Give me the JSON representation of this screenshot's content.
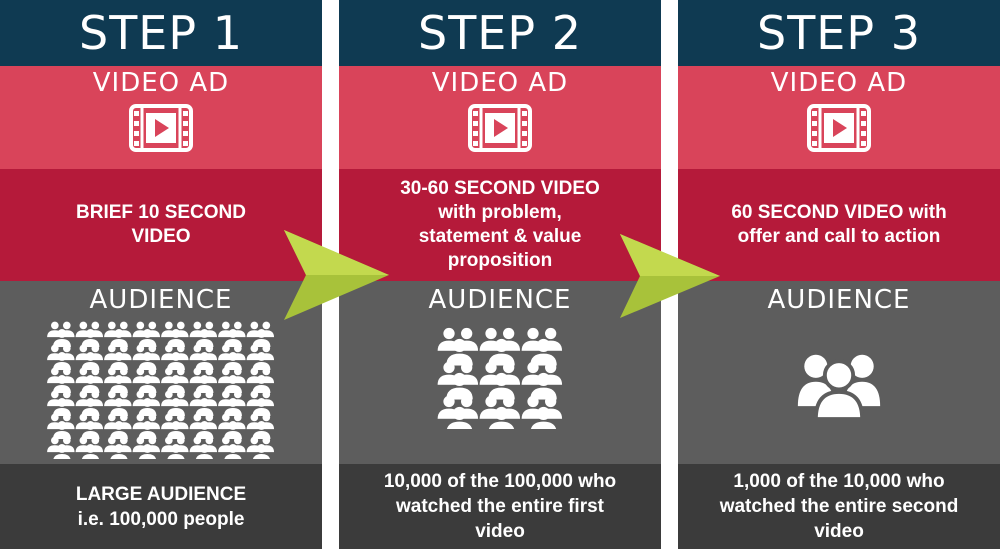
{
  "steps": [
    {
      "step_label": "STEP 1",
      "video_label": "VIDEO AD",
      "video_icon": "video-film-icon",
      "video_text": "BRIEF 10 SECOND VIDEO",
      "audience_label": "AUDIENCE",
      "audience_icon": "people-group-icon",
      "audience_text": "LARGE AUDIENCE i.e. 100,000 people"
    },
    {
      "step_label": "STEP 2",
      "video_label": "VIDEO AD",
      "video_icon": "video-film-icon",
      "video_text": "30-60 SECOND VIDEO with problem, statement & value proposition",
      "audience_label": "AUDIENCE",
      "audience_icon": "people-group-icon",
      "audience_text": "10,000 of the 100,000 who watched the entire first video"
    },
    {
      "step_label": "STEP 3",
      "video_label": "VIDEO AD",
      "video_icon": "video-film-icon",
      "video_text": "60 SECOND VIDEO with offer and call to action",
      "audience_label": "AUDIENCE",
      "audience_icon": "people-group-icon",
      "audience_text": "1,000 of the 10,000 who watched the entire second video"
    }
  ],
  "colors": {
    "step_header": "#0f3a52",
    "video_header": "#d9445a",
    "video_body": "#b51a3a",
    "audience_header": "#5d5d5d",
    "audience_body": "#3b3b3b",
    "arrow": "#a8c23a"
  },
  "arrow_icon": "arrow-right-icon"
}
